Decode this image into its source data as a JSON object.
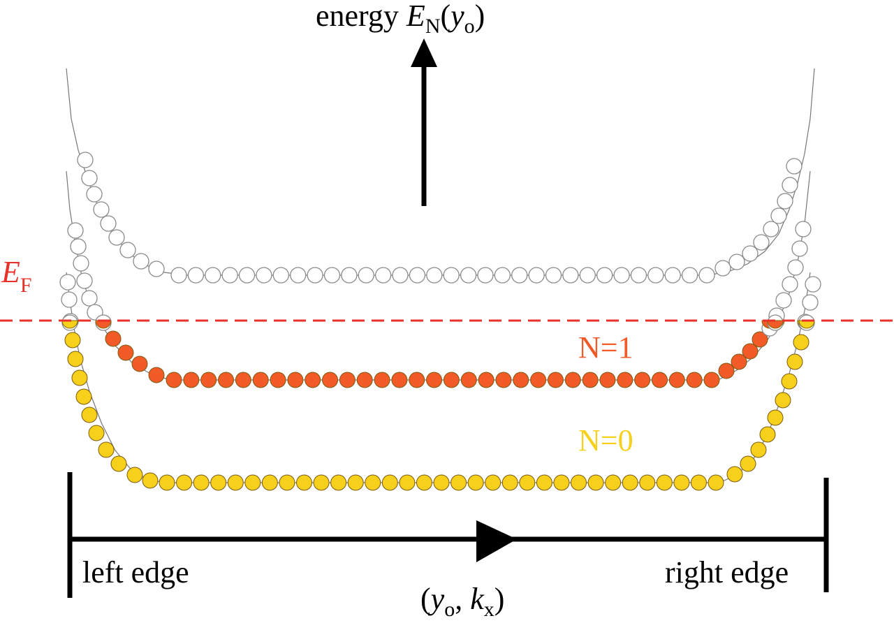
{
  "y_axis": {
    "label_prefix": "energy ",
    "symbol": "E",
    "subscript": "N",
    "open_paren": "(",
    "var": "y",
    "var_sub": "o",
    "close_paren": ")"
  },
  "x_axis": {
    "open_paren": "(",
    "var1": "y",
    "var1_sub": "o",
    "comma": ", ",
    "var2": "k",
    "var2_sub": "x",
    "close_paren": ")",
    "left_label": "left edge",
    "right_label": "right edge"
  },
  "fermi": {
    "symbol": "E",
    "subscript": "F",
    "color": "#e8312a"
  },
  "levels": [
    {
      "label": "N=0",
      "color": "#f7d01c",
      "label_color": "#f7d01c"
    },
    {
      "label": "N=1",
      "color": "#f25a28",
      "label_color": "#f25a28"
    }
  ],
  "empty_state_color": "#ffffff"
}
